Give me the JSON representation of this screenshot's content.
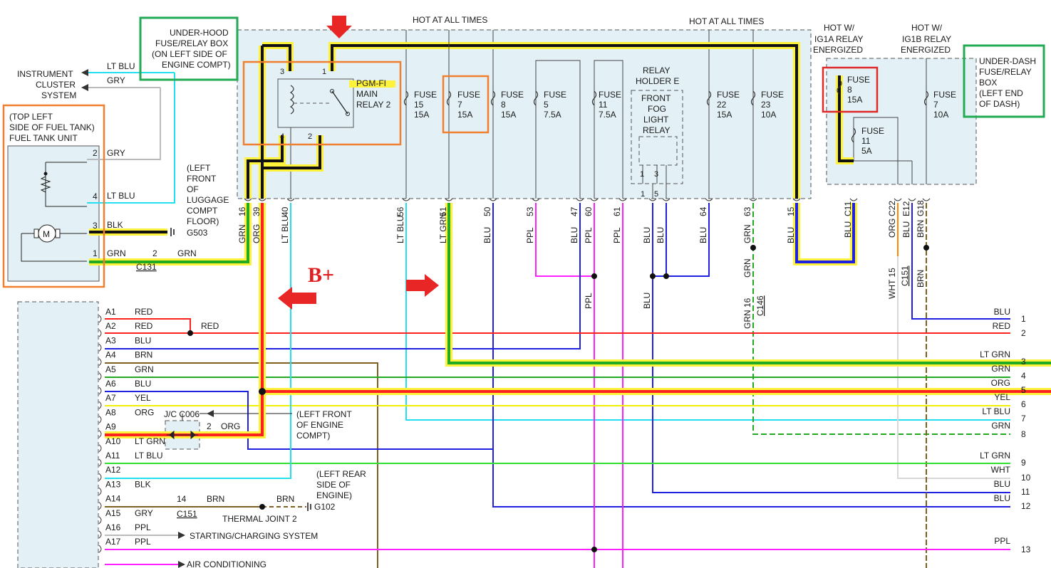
{
  "labels": {
    "hot_all_times": "HOT AT ALL TIMES",
    "hot_ig1a_1": "HOT W/",
    "hot_ig1a_2": "IG1A RELAY",
    "hot_ig1a_3": "ENERGIZED",
    "hot_ig1b_1": "HOT W/",
    "hot_ig1b_2": "IG1B RELAY",
    "hot_ig1b_3": "ENERGIZED",
    "underhood_1": "UNDER-HOOD",
    "underhood_2": "FUSE/RELAY BOX",
    "underhood_3": "(ON LEFT SIDE OF",
    "underhood_4": "ENGINE COMPT)",
    "underdash_1": "UNDER-DASH",
    "underdash_2": "FUSE/RELAY",
    "underdash_3": "BOX",
    "underdash_4": "(LEFT END",
    "underdash_5": "OF DASH)",
    "instr_1": "INSTRUMENT",
    "instr_2": "CLUSTER",
    "instr_3": "SYSTEM",
    "tank_1": "(TOP LEFT",
    "tank_2": "SIDE OF FUEL TANK)",
    "tank_3": "FUEL TANK UNIT",
    "pgmfi_1": "PGM-FI",
    "pgmfi_2": "MAIN",
    "pgmfi_3": "RELAY 2",
    "relay_holder_1": "RELAY",
    "relay_holder_2": "HOLDER E",
    "fog_1": "FRONT",
    "fog_2": "FOG",
    "fog_3": "LIGHT",
    "fog_4": "RELAY",
    "luggage_1": "(LEFT",
    "luggage_2": "FRONT",
    "luggage_3": "OF",
    "luggage_4": "LUGGAGE",
    "luggage_5": "COMPT",
    "luggage_6": "FLOOR)",
    "g503": "G503",
    "c131": "C131",
    "bplus": "B+",
    "jc": "J/C C006",
    "lf_engine_1": "(LEFT FRONT",
    "lf_engine_2": "OF ENGINE",
    "lf_engine_3": "COMPT)",
    "lr_engine_1": "(LEFT REAR",
    "lr_engine_2": "SIDE OF",
    "lr_engine_3": "ENGINE)",
    "g102": "G102",
    "c151": "C151",
    "thermal": "THERMAL JOINT 2",
    "c146": "C146",
    "starting": "STARTING/CHARGING SYSTEM",
    "aircon": "AIR CONDITIONING"
  },
  "fuses": [
    {
      "name": "FUSE",
      "num": "15",
      "amp": "15A"
    },
    {
      "name": "FUSE",
      "num": "7",
      "amp": "15A"
    },
    {
      "name": "FUSE",
      "num": "8",
      "amp": "15A"
    },
    {
      "name": "FUSE",
      "num": "5",
      "amp": "7.5A"
    },
    {
      "name": "FUSE",
      "num": "11",
      "amp": "7.5A"
    },
    {
      "name": "FUSE",
      "num": "22",
      "amp": "15A"
    },
    {
      "name": "FUSE",
      "num": "23",
      "amp": "10A"
    },
    {
      "name": "FUSE",
      "num": "8",
      "amp": "15A"
    },
    {
      "name": "FUSE",
      "num": "11",
      "amp": "5A"
    },
    {
      "name": "FUSE",
      "num": "7",
      "amp": "10A"
    }
  ],
  "relay_pins": [
    "3",
    "1",
    "4",
    "2"
  ],
  "fog_pins": [
    "1",
    "3",
    "1",
    "5"
  ],
  "tank_pins": [
    "2",
    "4",
    "3",
    "1"
  ],
  "tank_wires": [
    "GRY",
    "LT BLU",
    "BLK",
    "GRN"
  ],
  "c131_pin": "2",
  "c131_wire": "GRN",
  "instr_wires": [
    "LT BLU",
    "GRY"
  ],
  "top_pins": [
    {
      "pin": "16",
      "wire": "GRN"
    },
    {
      "pin": "39",
      "wire": "ORG"
    },
    {
      "pin": "40",
      "wire": "LT BLU"
    },
    {
      "pin": "56",
      "wire": "LT BLU"
    },
    {
      "pin": "51",
      "wire": "LT GRN"
    },
    {
      "pin": "50",
      "wire": "BLU"
    },
    {
      "pin": "53",
      "wire": "PPL"
    },
    {
      "pin": "47",
      "wire": "BLU"
    },
    {
      "pin": "60",
      "wire": "PPL"
    },
    {
      "pin": "61",
      "wire": "PPL"
    },
    {
      "pin": "",
      "wire": "BLU"
    },
    {
      "pin": "",
      "wire": "BLU"
    },
    {
      "pin": "64",
      "wire": "BLU"
    },
    {
      "pin": "63",
      "wire": "GRN"
    },
    {
      "pin": "15",
      "wire": "BLU"
    },
    {
      "pin": "C11",
      "wire": "BLU"
    },
    {
      "pin": "C22",
      "wire": "ORG"
    },
    {
      "pin": "E12",
      "wire": "BLU"
    },
    {
      "pin": "G18",
      "wire": "BRN"
    }
  ],
  "lower_vert_labels": {
    "ppl": "PPL",
    "blu": "BLU",
    "grn": "GRN",
    "grn16": "GRN 16",
    "wht15": "WHT 15",
    "brn": "BRN"
  },
  "left_pins": [
    {
      "pin": "A1",
      "wire": "RED"
    },
    {
      "pin": "A2",
      "wire": "RED"
    },
    {
      "pin": "A3",
      "wire": "BLU"
    },
    {
      "pin": "A4",
      "wire": "BRN"
    },
    {
      "pin": "A5",
      "wire": "GRN"
    },
    {
      "pin": "A6",
      "wire": "BLU"
    },
    {
      "pin": "A7",
      "wire": "YEL"
    },
    {
      "pin": "A8",
      "wire": "ORG"
    },
    {
      "pin": "A9",
      "wire": ""
    },
    {
      "pin": "A10",
      "wire": "LT GRN"
    },
    {
      "pin": "A11",
      "wire": "LT BLU"
    },
    {
      "pin": "A12",
      "wire": ""
    },
    {
      "pin": "A13",
      "wire": "BLK"
    },
    {
      "pin": "A14",
      "wire": ""
    },
    {
      "pin": "A15",
      "wire": "GRY"
    },
    {
      "pin": "A16",
      "wire": "PPL"
    },
    {
      "pin": "A17",
      "wire": "PPL"
    }
  ],
  "a2_red": "RED",
  "a8_right": {
    "pin": "2",
    "wire": "ORG"
  },
  "a13_mid": {
    "pin": "14",
    "wire": "BRN"
  },
  "a13_right": "BRN",
  "right_out": [
    {
      "num": "1",
      "wire": "BLU"
    },
    {
      "num": "2",
      "wire": "RED"
    },
    {
      "num": "3",
      "wire": "LT GRN"
    },
    {
      "num": "4",
      "wire": "GRN"
    },
    {
      "num": "5",
      "wire": "ORG"
    },
    {
      "num": "5",
      "wire": "YEL"
    },
    {
      "num": "6",
      "wire": "LT BLU"
    },
    {
      "num": "7",
      "wire": "GRN"
    },
    {
      "num": "8",
      "wire": ""
    },
    {
      "num": "9",
      "wire": "LT GRN"
    },
    {
      "num": "10",
      "wire": "WHT"
    },
    {
      "num": "11",
      "wire": "BLU"
    },
    {
      "num": "12",
      "wire": "BLU"
    },
    {
      "num": "13",
      "wire": "PPL"
    }
  ],
  "colors": {
    "red": "#ff2020",
    "blu": "#2020e0",
    "ltblu": "#22e0f0",
    "ltgrn": "#30e030",
    "grn": "#22aa22",
    "brn": "#806020",
    "yel": "#f0f000",
    "org": "#ff8800",
    "ppl": "#ff20ff",
    "gry": "#bbbbbb",
    "wht": "#d8d8d8",
    "blk": "#111111",
    "hilite": "#fff23a",
    "annot_red": "#e02828"
  }
}
